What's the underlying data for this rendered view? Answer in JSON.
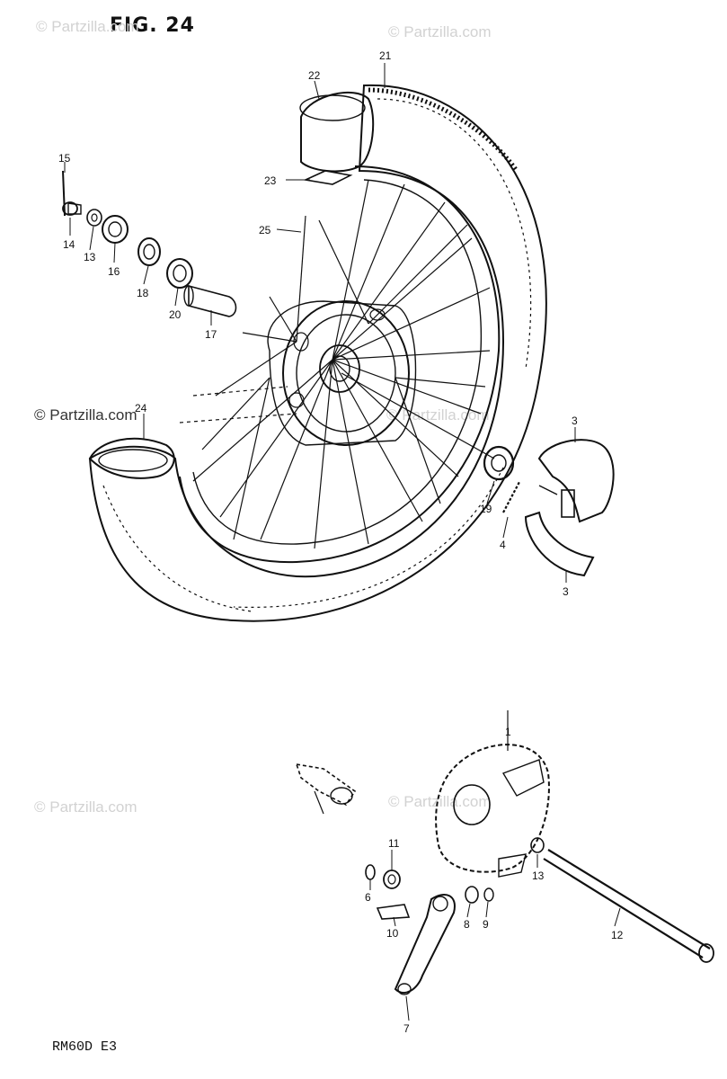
{
  "figure": {
    "title": "FIG. 24",
    "model_code": "RM60D E3"
  },
  "watermarks": {
    "top_left": "© Partzilla.com",
    "top_right": "© Partzilla.com",
    "mid_left": "© Partzilla.com",
    "mid_center": "© Partzilla.com",
    "lower_left": "© Partzilla.com",
    "lower_center": "© Partzilla.com"
  },
  "part_labels": {
    "p1": "1",
    "p21": "21",
    "p22": "22",
    "p23": "23",
    "p15": "15",
    "p14": "14",
    "p13a": "13",
    "p16": "16",
    "p18": "18",
    "p20": "20",
    "p17": "17",
    "p25": "25",
    "p24": "24",
    "p3a": "3",
    "p3b": "3",
    "p4": "4",
    "p19": "19",
    "p11": "11",
    "p6": "6",
    "p10": "10",
    "p8": "8",
    "p9": "9",
    "p13b": "13",
    "p12": "12",
    "p7": "7"
  },
  "colors": {
    "ink": "#111111",
    "watermark": "#d2d2d2",
    "paper": "#ffffff"
  }
}
